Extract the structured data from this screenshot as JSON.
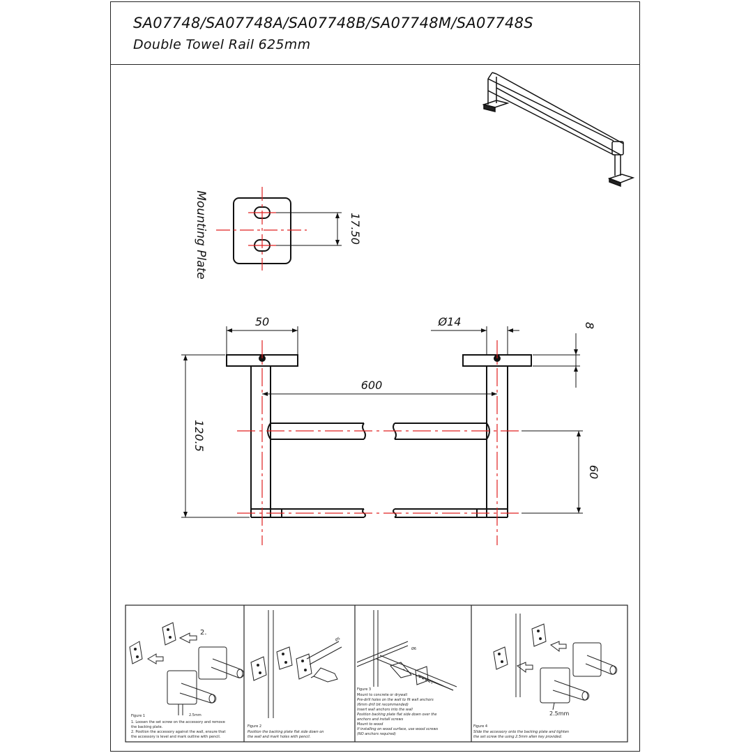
{
  "header": {
    "model_codes": "SA07748/SA07748A/SA07748B/SA07748M/SA07748S",
    "product_name": "Double Towel Rail 625mm"
  },
  "mounting_plate": {
    "label": "Mounting Plate",
    "hole_spacing": "17.50"
  },
  "front_view": {
    "bracket_width": "50",
    "bar_diameter": "Ø14",
    "plate_thickness": "8",
    "bar_length": "600",
    "total_depth": "120.5",
    "bar_spacing": "60"
  },
  "instructions": {
    "step1": {
      "number": "2.",
      "caption": "Figure 1",
      "screw_label": "2.5mm",
      "lines": [
        "1.   Loosen the set screw on the accessory and remove",
        "      the backing plate.",
        "2.   Position the accessory against the wall, ensure that",
        "      the accessory is level and mark outline with pencil."
      ]
    },
    "step2": {
      "caption": "Figure 2",
      "dimension": "Ø5",
      "lines": [
        "Position the backing plate flat side down on",
        "the wall and mark holes with pencil."
      ]
    },
    "step3": {
      "caption": "Figure 3",
      "dimension": "Ø6",
      "lines": [
        "Mount to concrete or drywall",
        "Pre-drill holes on the wall to fit wall anchors",
        "(6mm drill bit recommended)",
        "Insert wall anchors into the wall",
        "Position backing plate flat side down over the",
        "anchors and install screws",
        "Mount to wood",
        "If installing on wood surface, use wood screws",
        "(NO anchors required)"
      ]
    },
    "step4": {
      "caption": "Figure 4",
      "screw_label": "2.5mm",
      "lines": [
        "Slide the accessory onto the backing plate and tighten",
        "the set screw the using 2.5mm allen key provided."
      ]
    }
  }
}
